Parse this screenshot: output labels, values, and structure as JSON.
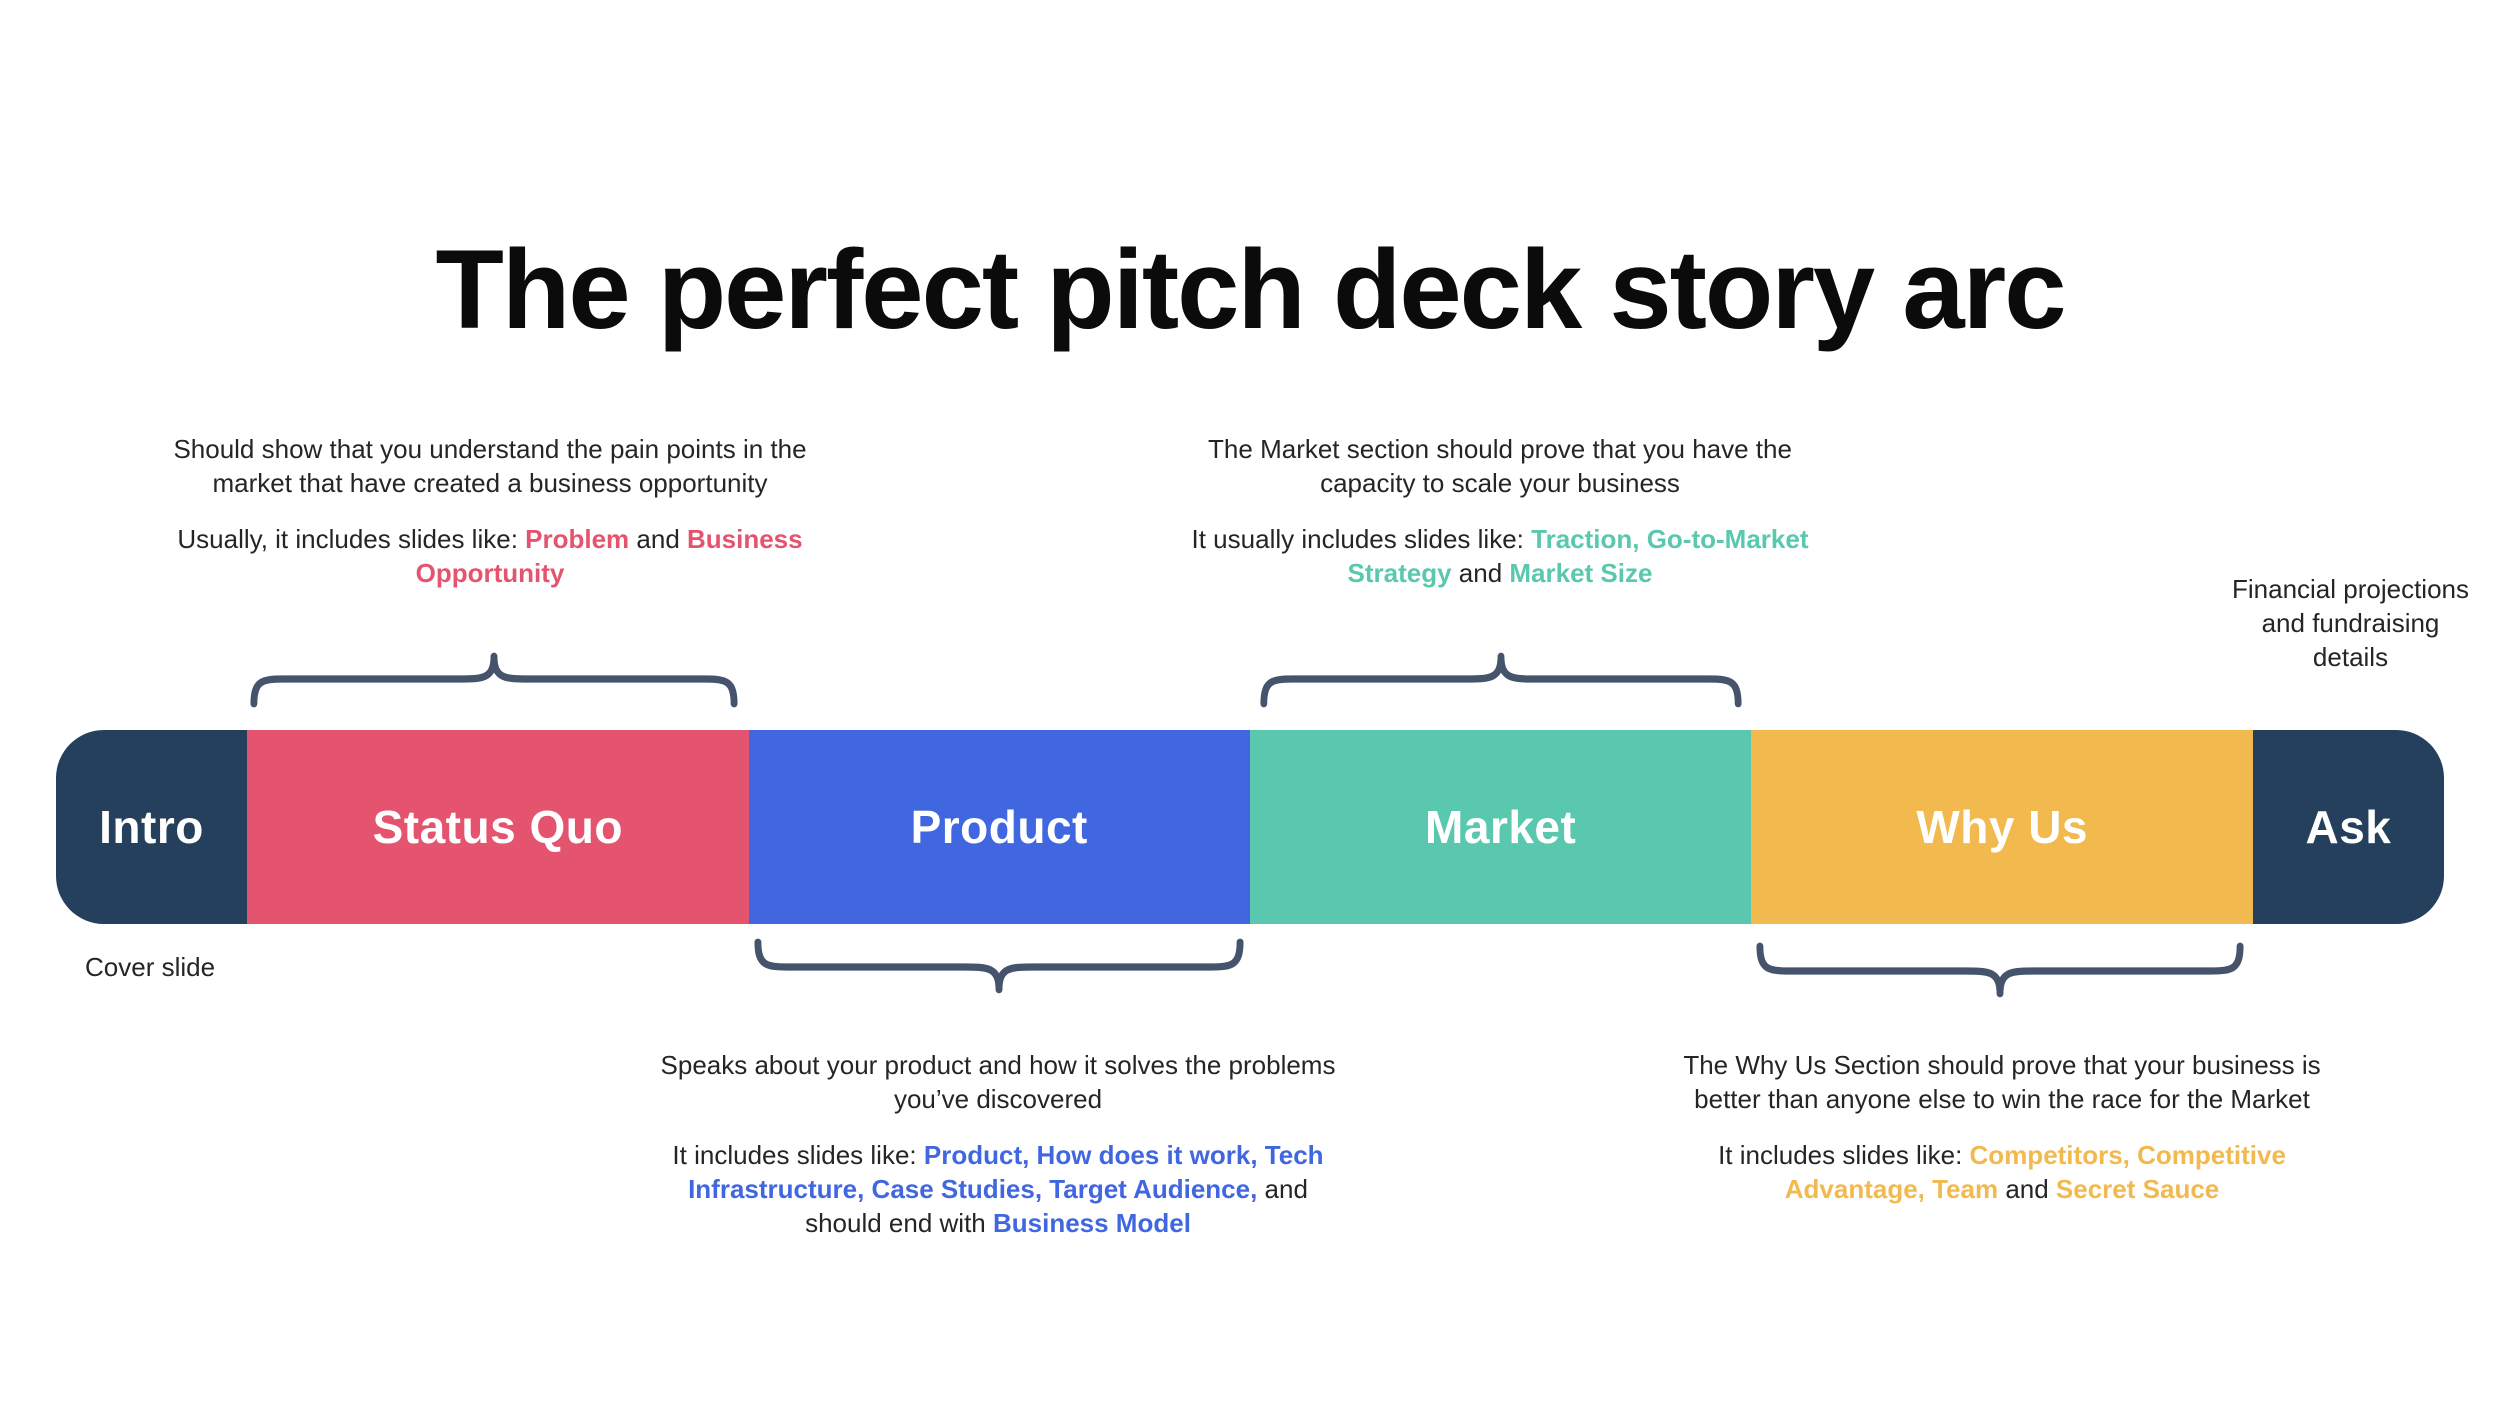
{
  "title": "The perfect pitch deck story arc",
  "colors": {
    "navy": "#24405C",
    "pink": "#E4546F",
    "blue": "#4167E0",
    "teal": "#59C8AF",
    "yellow": "#F2B94F",
    "brace": "#45546C",
    "text": "#252525"
  },
  "bar": {
    "segments": [
      {
        "label": "Intro",
        "color": "navy"
      },
      {
        "label": "Status Quo",
        "color": "pink"
      },
      {
        "label": "Product",
        "color": "blue"
      },
      {
        "label": "Market",
        "color": "teal"
      },
      {
        "label": "Why Us",
        "color": "yellow"
      },
      {
        "label": "Ask",
        "color": "navy"
      }
    ]
  },
  "annotations": {
    "status_quo": {
      "desc": "Should show that you understand the pain points in the market that have created a business opportunity",
      "slides": [
        {
          "text": "Usually, it includes slides like: "
        },
        {
          "text": "Problem"
        },
        {
          "text": " and "
        },
        {
          "text": "Business Opportunity"
        }
      ]
    },
    "market": {
      "desc": "The Market section should prove that you have the capacity to scale your business",
      "slides": [
        {
          "text": "It usually includes slides like: "
        },
        {
          "text": "Traction, Go-to-Market Strategy"
        },
        {
          "text": " and "
        },
        {
          "text": "Market Size"
        }
      ]
    },
    "product": {
      "desc": "Speaks about your product and how it solves the problems you’ve discovered",
      "slides": [
        {
          "text": "It includes slides like: "
        },
        {
          "text": "Product, How does it work, Tech Infrastructure, Case Studies, Target Audience,"
        },
        {
          "text": " and should end with "
        },
        {
          "text": "Business Model"
        }
      ]
    },
    "why_us": {
      "desc": "The Why Us Section should prove that your business is better than anyone else to win the race for the Market",
      "slides": [
        {
          "text": "It includes slides like: "
        },
        {
          "text": "Competitors, Competitive Advantage, Team"
        },
        {
          "text": " and "
        },
        {
          "text": "Secret Sauce"
        }
      ]
    },
    "cover_slide": "Cover slide",
    "ask": "Financial projections and fundraising details"
  }
}
